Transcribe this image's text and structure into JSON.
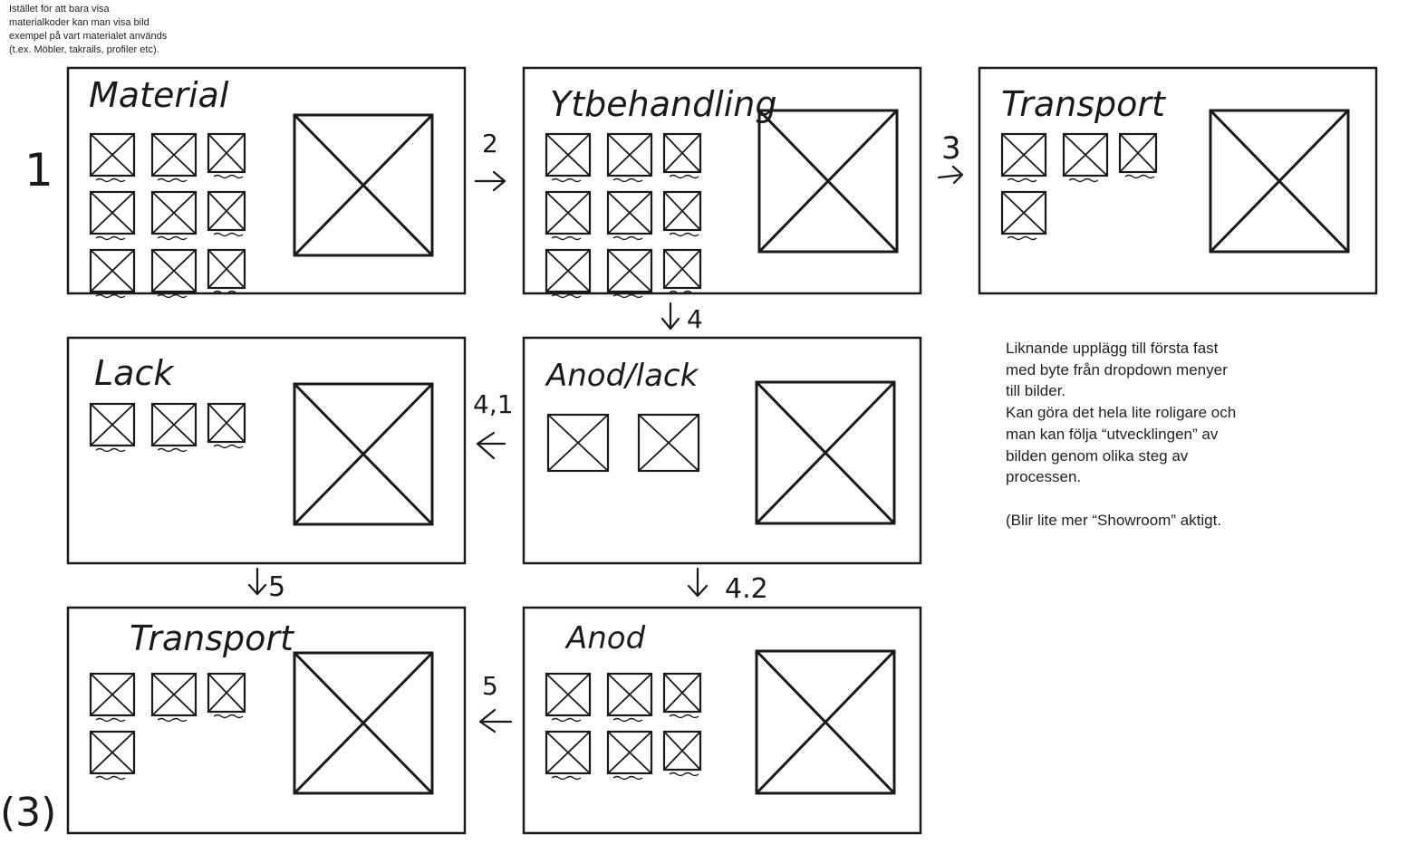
{
  "intro_note": [
    "Istället för att bara visa",
    "materialkoder kan man visa bild",
    "exempel på vart materialet används",
    "(t.ex. Möbler, takrails, profiler etc)."
  ],
  "description": [
    "Liknande upplägg till första fast",
    "med byte från dropdown menyer",
    "till bilder.",
    "Kan göra det hela lite roligare och",
    "man kan följa “utvecklingen” av",
    "bilden genom olika steg av",
    "processen.",
    "",
    "(Blir lite mer “Showroom” aktigt."
  ],
  "page_label": "1",
  "page_number": "(3)",
  "screens": [
    {
      "title": "Material",
      "thumb_count": 9
    },
    {
      "title": "Ytbehandling",
      "thumb_count": 9
    },
    {
      "title": "Transport",
      "thumb_count": 4
    },
    {
      "title": "Lack",
      "thumb_count": 3
    },
    {
      "title": "Anod/lack",
      "thumb_count": 2
    },
    {
      "title": "Transport",
      "thumb_count": 4
    },
    {
      "title": "Anod",
      "thumb_count": 6
    }
  ],
  "step_labels": {
    "s2": "2",
    "s3": "3",
    "s4": "4",
    "s41": "4,1",
    "s42": "4.2",
    "s5a": "5",
    "s5b": "5"
  },
  "colors": {
    "ink": "#1a1a1a",
    "background": "#ffffff"
  }
}
